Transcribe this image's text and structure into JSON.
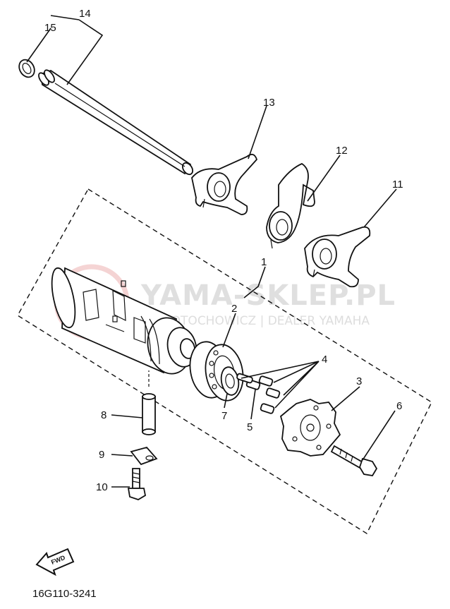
{
  "callouts": [
    {
      "id": "14",
      "text": "14"
    },
    {
      "id": "15",
      "text": "15"
    },
    {
      "id": "13",
      "text": "13"
    },
    {
      "id": "12",
      "text": "12"
    },
    {
      "id": "11",
      "text": "11"
    },
    {
      "id": "1",
      "text": "1"
    },
    {
      "id": "2",
      "text": "2"
    },
    {
      "id": "3",
      "text": "3"
    },
    {
      "id": "4",
      "text": "4"
    },
    {
      "id": "5",
      "text": "5"
    },
    {
      "id": "6",
      "text": "6"
    },
    {
      "id": "7",
      "text": "7"
    },
    {
      "id": "8",
      "text": "8"
    },
    {
      "id": "9",
      "text": "9"
    },
    {
      "id": "10",
      "text": "10"
    }
  ],
  "watermark": {
    "main": "YAMA-SKLEP.PL",
    "sub": "MOTOCHOWICZ | DEALER YAMAHA",
    "color": "#e8a0a0"
  },
  "fwd_arrow_label": "FWD",
  "diagram_code": "16G110-3241"
}
